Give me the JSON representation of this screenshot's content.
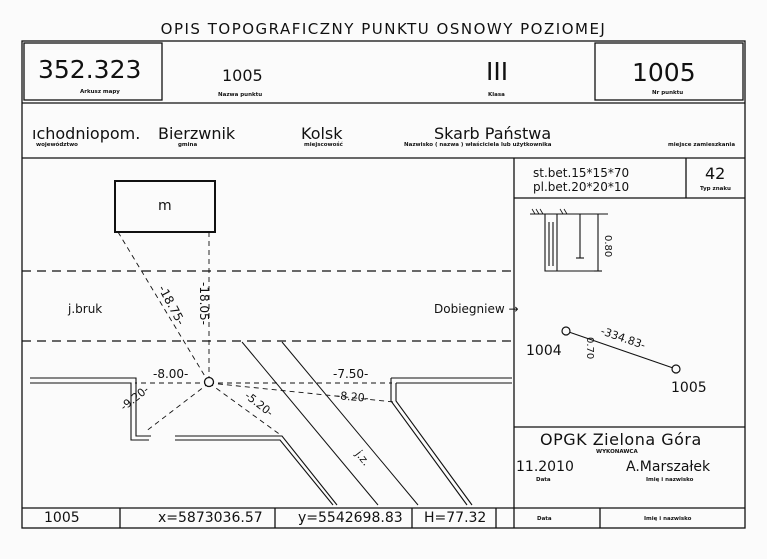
{
  "title": "OPIS TOPOGRAFICZNY PUNKTU OSNOWY POZIOMEJ",
  "header": {
    "sheet": "352.323",
    "sheet_label": "Arkusz mapy",
    "point_name": "1005",
    "point_name_label": "Nazwa punktu",
    "class": "III",
    "class_label": "Klasa",
    "point_no": "1005",
    "point_no_label": "Nr punktu"
  },
  "location": {
    "voivodeship": "ıchodniopom.",
    "voivodeship_label": "województwo",
    "commune": "Bierzwnik",
    "commune_label": "gmina",
    "locality": "Kolsk",
    "locality_label": "miejscowość",
    "owner": "Skarb Państwa",
    "owner_label": "Nazwisko ( nazwa ) właściciela lub użytkownika",
    "place_label": "miejsce zamieszkania"
  },
  "sketch": {
    "building": "m",
    "street": "j.bruk",
    "direction": "Dobiegniew →",
    "m1": "-18.75-",
    "m2": "-18.05-",
    "m3": "-8.00-",
    "m4": "-7.50-",
    "m5": "-9.20-",
    "m6": "-5.20-",
    "m7": "-8.20-",
    "road": "j.z."
  },
  "marker": {
    "line1": "st.bet.15*15*70",
    "line2": "pl.bet.20*20*10",
    "type": "42",
    "type_label": "Typ znaku",
    "d1": "0.70",
    "d2": "0.80"
  },
  "link": {
    "from": "1004",
    "to": "1005",
    "distance": "-334.83-"
  },
  "executor": {
    "firm": "OPGK Zielona Góra",
    "firm_label": "WYKONAWCA",
    "date": "11.2010",
    "date_label": "Data",
    "name": "A.Marszałek",
    "name_label": "Imię i nazwisko"
  },
  "coords": {
    "point": "1005",
    "x": "x=5873036.57",
    "y": "y=5542698.83",
    "h": "H=77.32"
  },
  "footer": {
    "date_label": "Data",
    "name_label": "Imię i nazwisko"
  }
}
